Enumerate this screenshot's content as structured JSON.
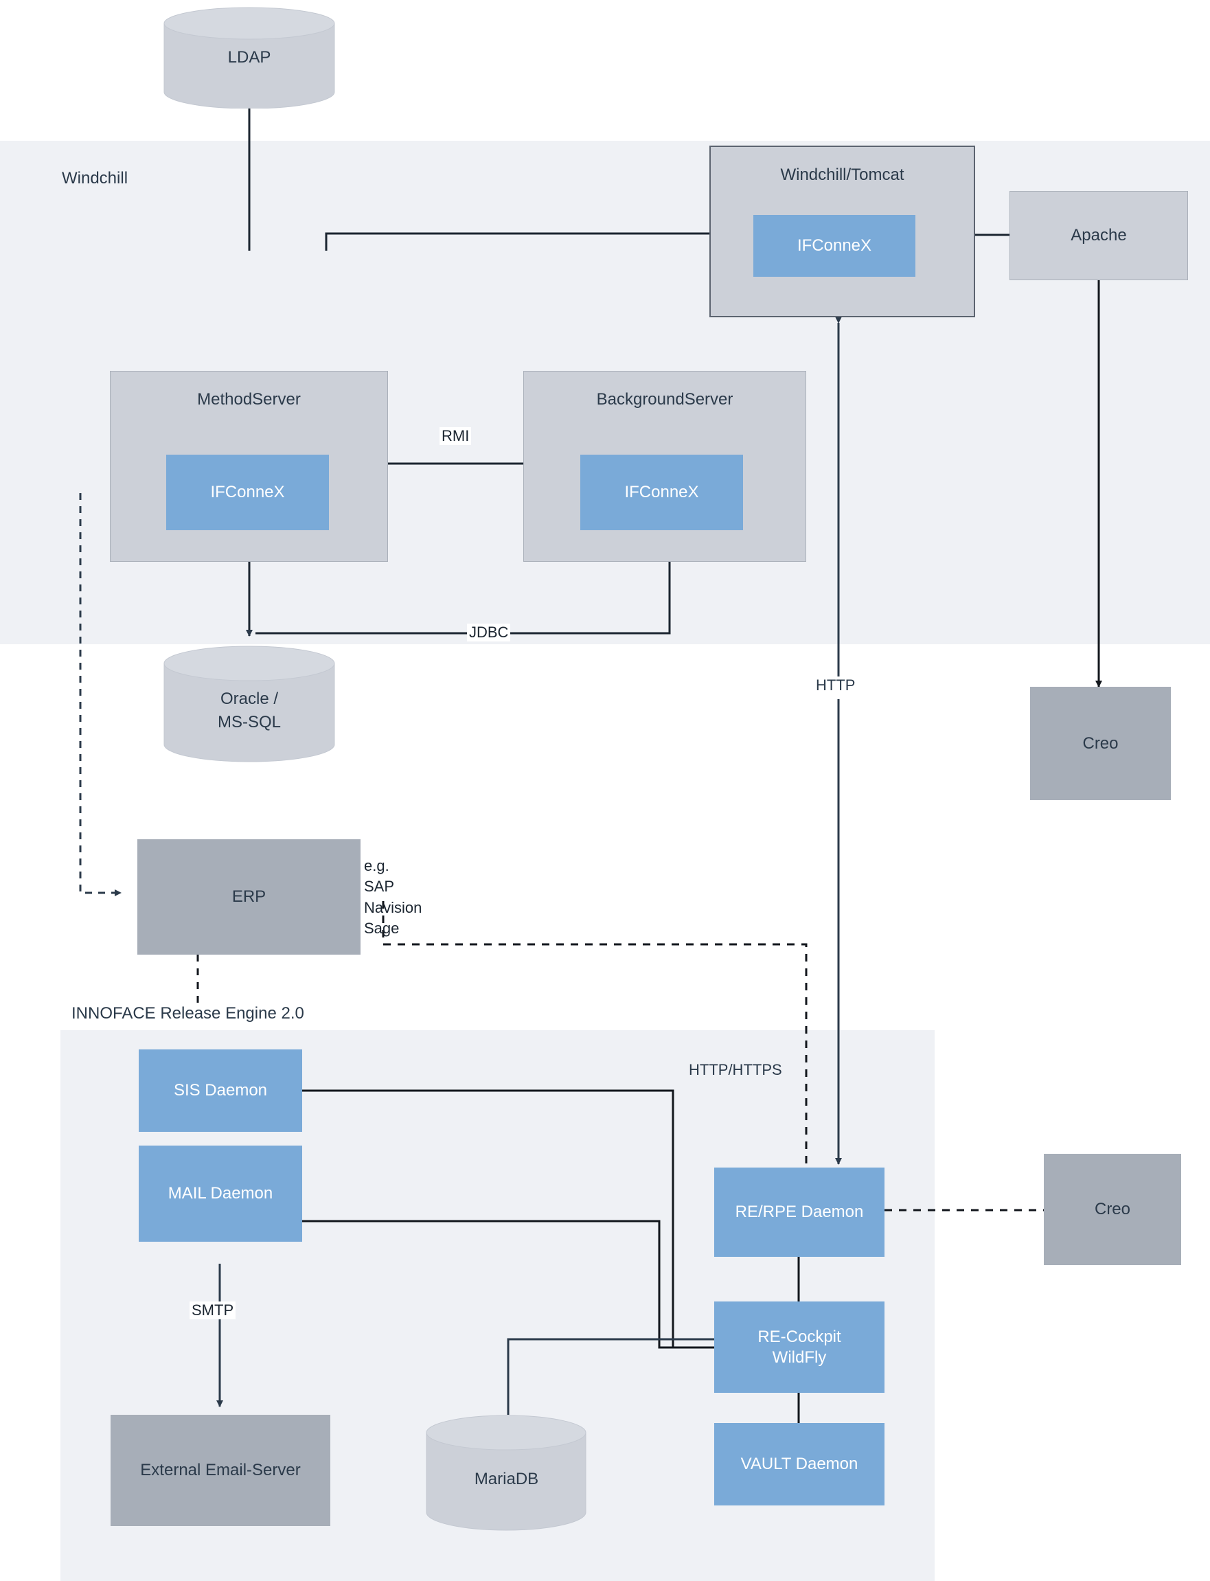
{
  "diagram": {
    "title": "IFConneX / INNOFACE Release Engine architecture",
    "colors": {
      "zone_background": "#eff1f5",
      "component_grey": "#ccd0d8",
      "component_dark_grey": "#a7aeb8",
      "component_blue": "#7aaad8",
      "line": "#1b2530",
      "text_dark": "#2b3a4a",
      "canvas": "#ffffff"
    }
  },
  "zones": [
    {
      "id": "windchill",
      "label": "Windchill"
    },
    {
      "id": "innoface",
      "label": "INNOFACE Release Engine 2.0"
    }
  ],
  "nodes": {
    "ldap": {
      "label": "LDAP",
      "shape": "cylinder",
      "color": "#ccd0d8"
    },
    "windchill_tomcat": {
      "label": "Windchill/Tomcat",
      "shape": "container",
      "color": "#ccd0d8"
    },
    "windchill_tomcat_ifconnex": {
      "label": "IFConneX",
      "shape": "rect",
      "color": "#7aaad8"
    },
    "apache": {
      "label": "Apache",
      "shape": "rect",
      "color": "#ccd0d8"
    },
    "method_server": {
      "label": "MethodServer",
      "shape": "container",
      "color": "#ccd0d8"
    },
    "method_server_ifconnex": {
      "label": "IFConneX",
      "shape": "rect",
      "color": "#7aaad8"
    },
    "background_server": {
      "label": "BackgroundServer",
      "shape": "container",
      "color": "#ccd0d8"
    },
    "background_server_ifconnex": {
      "label": "IFConneX",
      "shape": "rect",
      "color": "#7aaad8"
    },
    "oracle_mssql": {
      "label": "Oracle /\nMS-SQL",
      "line1": "Oracle /",
      "line2": "MS-SQL",
      "shape": "cylinder",
      "color": "#ccd0d8"
    },
    "creo_top": {
      "label": "Creo",
      "shape": "rect",
      "color": "#a7aeb8"
    },
    "erp": {
      "label": "ERP",
      "shape": "rect",
      "color": "#a7aeb8"
    },
    "sis_daemon": {
      "label": "SIS Daemon",
      "shape": "rect",
      "color": "#7aaad8"
    },
    "mail_daemon": {
      "label": "MAIL Daemon",
      "shape": "rect",
      "color": "#7aaad8"
    },
    "re_rpe_daemon": {
      "label": "RE/RPE Daemon",
      "shape": "rect",
      "color": "#7aaad8"
    },
    "re_cockpit": {
      "label": "RE-Cockpit\nWildFly",
      "line1": "RE-Cockpit",
      "line2": "WildFly",
      "shape": "rect",
      "color": "#7aaad8"
    },
    "vault_daemon": {
      "label": "VAULT Daemon",
      "shape": "rect",
      "color": "#7aaad8"
    },
    "external_email_server": {
      "label": "External Email-Server",
      "shape": "rect",
      "color": "#a7aeb8"
    },
    "mariadb": {
      "label": "MariaDB",
      "shape": "cylinder",
      "color": "#ccd0d8"
    },
    "creo_bottom": {
      "label": "Creo",
      "shape": "rect",
      "color": "#a7aeb8"
    }
  },
  "edge_labels": {
    "rmi": "RMI",
    "jdbc": "JDBC",
    "http": "HTTP",
    "http_https": "HTTP/HTTPS",
    "smtp": "SMTP"
  },
  "notes": {
    "erp_examples": "e.g.\nSAP\nNavision\nSage",
    "erp_examples_lines": [
      "e.g.",
      "SAP",
      "Navision",
      "Sage"
    ]
  }
}
